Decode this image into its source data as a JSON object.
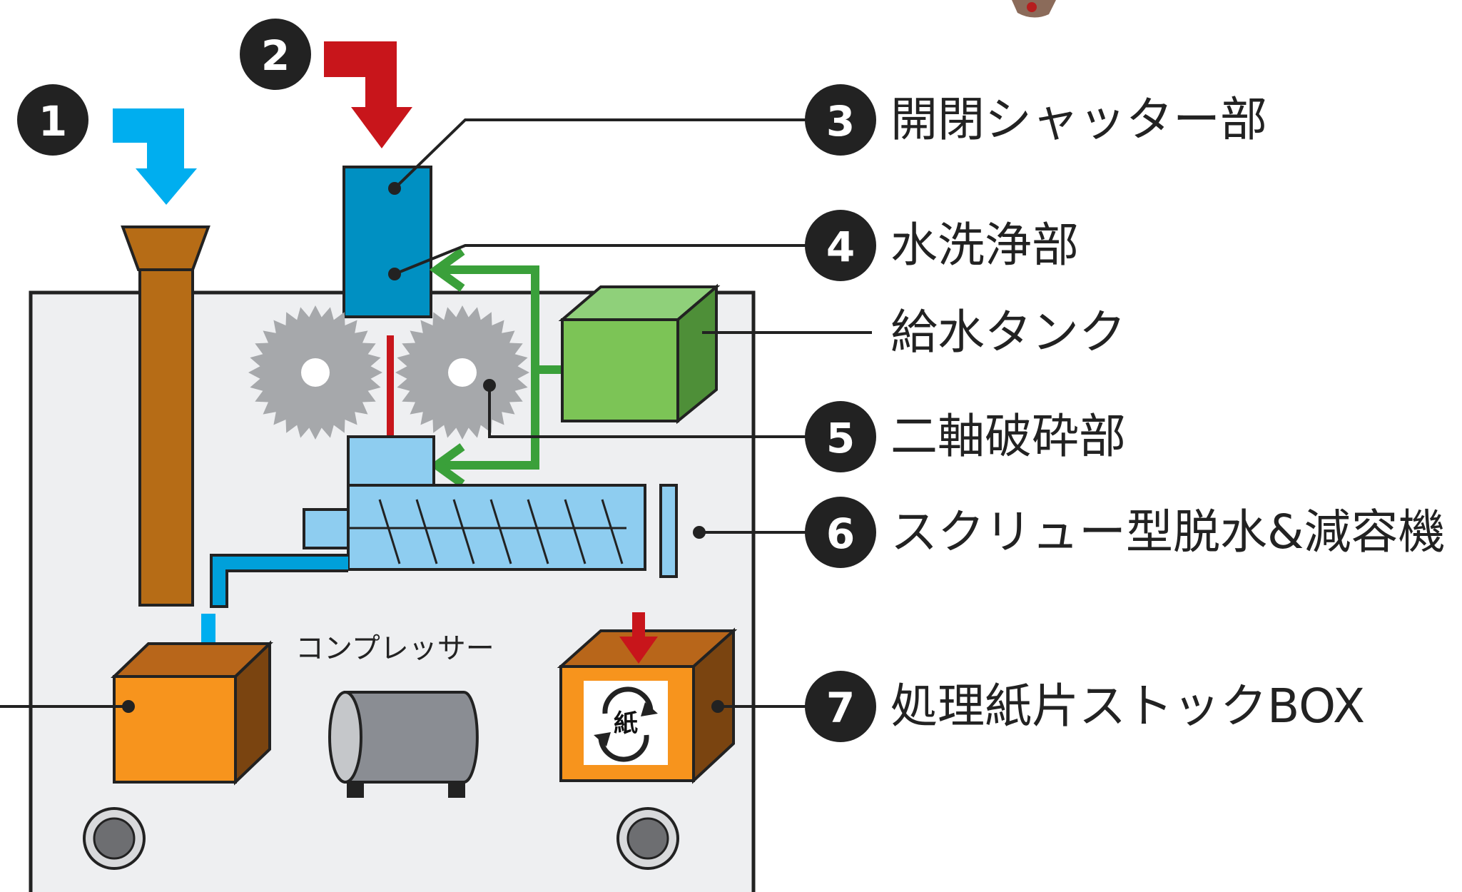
{
  "callouts": [
    {
      "num": "1"
    },
    {
      "num": "2"
    },
    {
      "num": "3",
      "label": "開閉シャッター部"
    },
    {
      "num": "4",
      "label": "水洗浄部"
    },
    {
      "num": "",
      "label": "給水タンク"
    },
    {
      "num": "5",
      "label": "二軸破砕部"
    },
    {
      "num": "6",
      "label": "スクリュー型脱水&減容機"
    },
    {
      "num": "7",
      "label": "処理紙片ストックBOX"
    }
  ],
  "compressor_label": "コンプレッサー",
  "paper_mark": "紙",
  "colors": {
    "blue_arrow": "#00AEEF",
    "red_arrow": "#C8151B",
    "green_pipe": "#3AA03A",
    "tank": "#7CC456",
    "shutter": "#0090C2",
    "screw": "#8ECDF0",
    "chute": "#B66C16",
    "box": "#F7941D",
    "box_top": "#B8661A",
    "blade": "#A6A8AB",
    "frame": "#EEEFF1",
    "compressor": "#8A8D93"
  }
}
